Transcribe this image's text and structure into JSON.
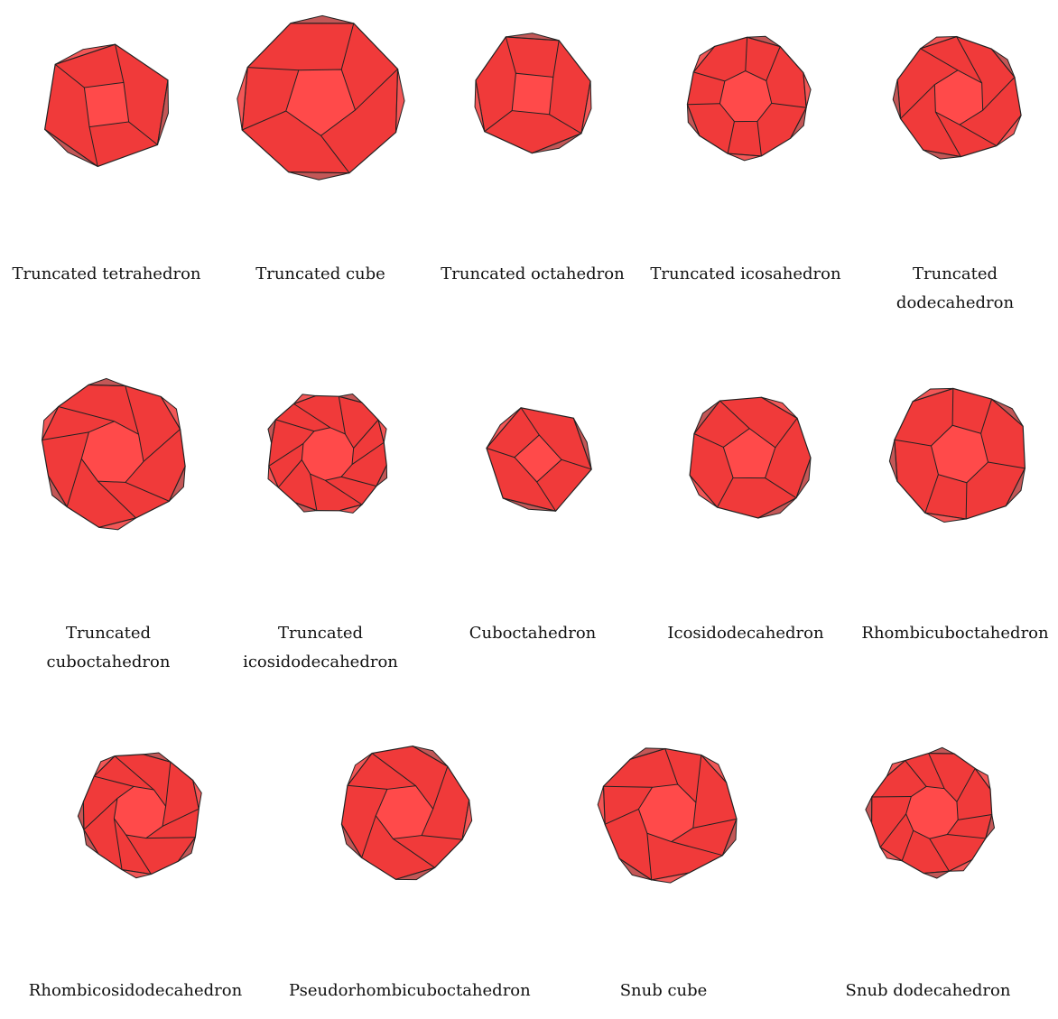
{
  "figure": {
    "fill_color": "#f03a3a",
    "shade_color": "#b83a3a",
    "edge_color": "#222222",
    "items": [
      {
        "name": "truncated-tetrahedron",
        "lines": [
          "Truncated tetrahedron"
        ]
      },
      {
        "name": "truncated-cube",
        "lines": [
          "Truncated cube"
        ]
      },
      {
        "name": "truncated-octahedron",
        "lines": [
          "Truncated octahedron"
        ]
      },
      {
        "name": "truncated-icosahedron",
        "lines": [
          "Truncated icosahedron"
        ]
      },
      {
        "name": "truncated-dodecahedron",
        "lines": [
          "Truncated",
          "dodecahedron"
        ]
      },
      {
        "name": "truncated-cuboctahedron",
        "lines": [
          "Truncated",
          "cuboctahedron"
        ]
      },
      {
        "name": "truncated-icosidodecahedron",
        "lines": [
          "Truncated",
          "icosidodecahedron"
        ]
      },
      {
        "name": "cuboctahedron",
        "lines": [
          "Cuboctahedron"
        ]
      },
      {
        "name": "icosidodecahedron",
        "lines": [
          "Icosidodecahedron"
        ]
      },
      {
        "name": "rhombicuboctahedron",
        "lines": [
          "Rhombicuboctahedron"
        ]
      },
      {
        "name": "rhombicosidodecahedron",
        "lines": [
          "Rhombicosidodecahedron"
        ]
      },
      {
        "name": "pseudorhombicuboctahedron",
        "lines": [
          "Pseudorhombicuboctahedron"
        ]
      },
      {
        "name": "snub-cube",
        "lines": [
          "Snub cube"
        ]
      },
      {
        "name": "snub-dodecahedron",
        "lines": [
          "Snub dodecahedron"
        ]
      }
    ]
  }
}
